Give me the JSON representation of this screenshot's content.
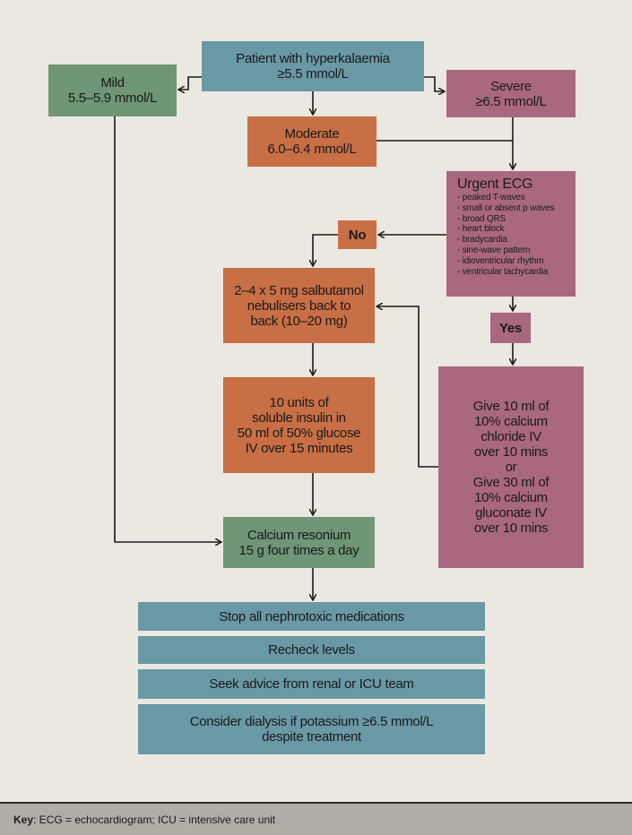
{
  "start": {
    "line1": "Patient with hyperkalaemia",
    "line2": "≥5.5 mmol/L"
  },
  "mild": {
    "line1": "Mild",
    "line2": "5.5–5.9 mmol/L"
  },
  "moderate": {
    "line1": "Moderate",
    "line2": "6.0–6.4 mmol/L"
  },
  "severe": {
    "line1": "Severe",
    "line2": "≥6.5 mmol/L"
  },
  "ecg": {
    "title": "Urgent ECG",
    "items": [
      "- peaked T-waves",
      "- small or absent p waves",
      "- broad QRS",
      "- heart block",
      "- bradycardia",
      "- sine-wave pattern",
      "- idioventricular rhythm",
      "- ventricular tachycardia"
    ]
  },
  "no_label": "No",
  "yes_label": "Yes",
  "salbutamol": {
    "line1": "2–4 x 5 mg salbutamol",
    "line2": "nebulisers back to",
    "line3": "back (10–20 mg)"
  },
  "insulin": {
    "line1": "10 units of",
    "line2": "soluble insulin in",
    "line3": "50 ml of 50% glucose",
    "line4": "IV over 15 minutes"
  },
  "calcium": {
    "lines": [
      "Give 10 ml of",
      "10% calcium",
      "chloride IV",
      "over 10 mins",
      "or",
      "Give 30 ml of",
      "10% calcium",
      "gluconate IV",
      "over 10 mins"
    ]
  },
  "resonium": {
    "line1": "Calcium resonium",
    "line2": "15 g four times a day"
  },
  "steps": [
    "Stop all nephrotoxic medications",
    "Recheck levels",
    "Seek advice from renal or ICU team"
  ],
  "dialysis": {
    "line1": "Consider dialysis if potassium ≥6.5 mmol/L",
    "line2": "despite treatment"
  },
  "key": {
    "label": "Key",
    "text": ": ECG = echocardiogram; ICU = intensive care unit"
  },
  "colors": {
    "teal": "#6a99a6",
    "green": "#6e9677",
    "orange": "#c86f45",
    "mauve": "#a9687f",
    "background": "#ebe8e1"
  }
}
